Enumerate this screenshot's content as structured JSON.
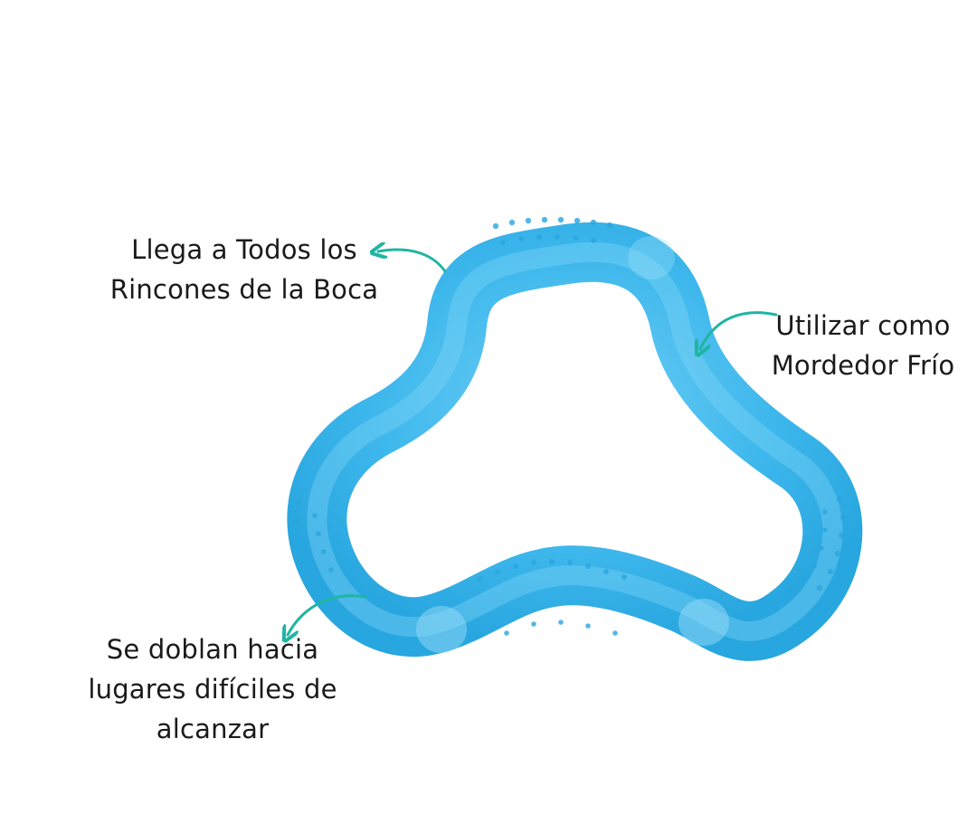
{
  "colors": {
    "teether": "#38b4ea",
    "teether_edge": "#1e98d2",
    "teether_light": "#7fd3f6",
    "arrow": "#1fb5a2",
    "text": "#1a1a1a"
  },
  "icons": [
    "teether-ring-image",
    "curved-arrow-icon"
  ],
  "labels": {
    "top_left": [
      "Llega a Todos los",
      "Rincones de la Boca"
    ],
    "right": [
      "Utilizar como",
      "Mordedor Frío"
    ],
    "bottom_left": [
      "Se doblan hacia",
      "lugares difíciles de",
      "alcanzar"
    ]
  }
}
